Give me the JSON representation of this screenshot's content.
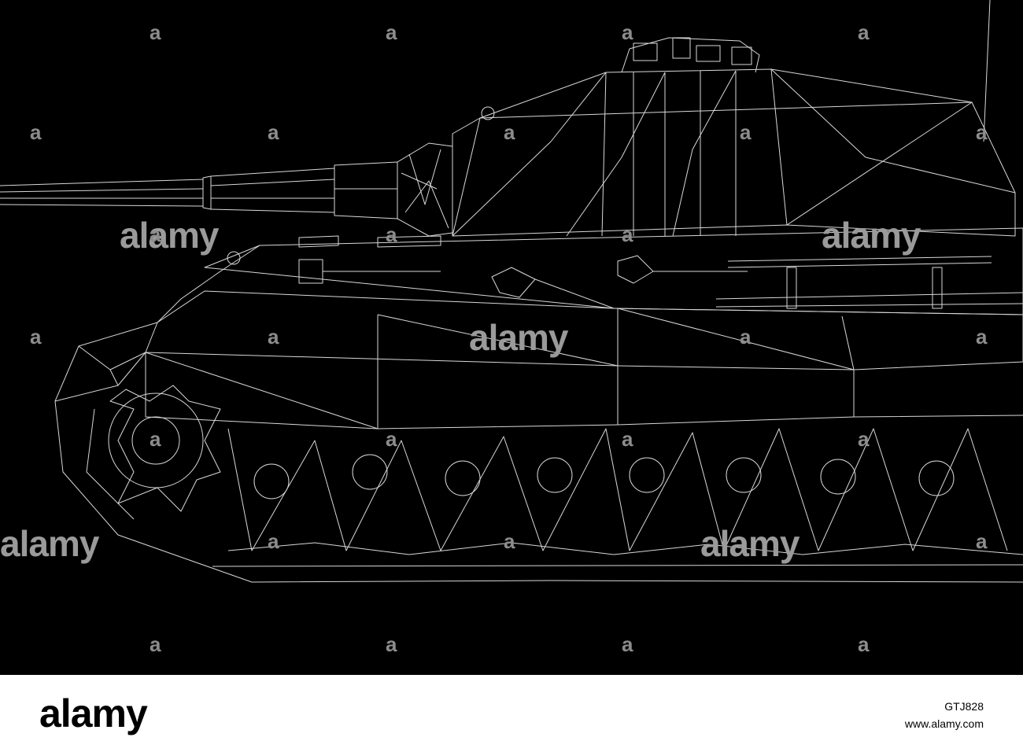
{
  "image": {
    "subject": "tank wireframe",
    "background_color": "#000000",
    "line_color": "#d8d8d8"
  },
  "watermarks": {
    "brand": "alamy",
    "small_mark": "a"
  },
  "footer": {
    "logo": "alamy",
    "image_id": "GTJ828",
    "url": "www.alamy.com"
  }
}
